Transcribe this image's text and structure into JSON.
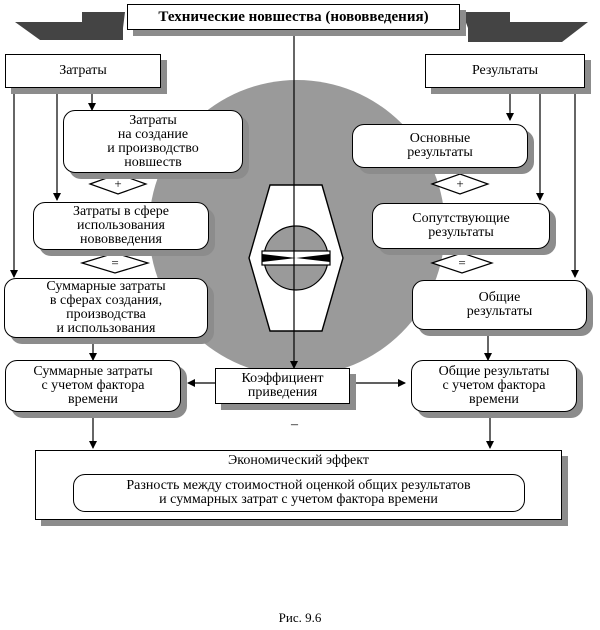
{
  "diagram": {
    "title": "Технические новшества (нововведения)",
    "costs": "Затраты",
    "results": "Результаты",
    "cost_create": "Затраты\nна создание\nи производство\nновшеств",
    "cost_use": "Затраты в сфере\nиспользования\nнововведения",
    "cost_total": "Суммарные затраты\nв сферах создания,\nпроизводства\nи использования",
    "cost_time": "Суммарные затраты\nс учетом фактора\nвремени",
    "res_main": "Основные\nрезультаты",
    "res_side": "Сопутствующие\nрезультаты",
    "res_total": "Общие\nрезультаты",
    "res_time": "Общие результаты\nс учетом фактора\nвремени",
    "coef": "Коэффициент\nприведения",
    "plus1": "+",
    "eq1": "=",
    "plus2": "+",
    "eq2": "=",
    "minus": "–",
    "eco_title": "Экономический эффект",
    "eco_text": "Разность между стоимостной оценкой общих результатов\nи суммарных затрат с учетом фактора времени",
    "caption": "Рис. 9.6"
  },
  "colors": {
    "disc": "#9a9a9a",
    "shadow": "#8c8c8c",
    "stroke": "#000000",
    "arrow_fill": "#444444"
  }
}
